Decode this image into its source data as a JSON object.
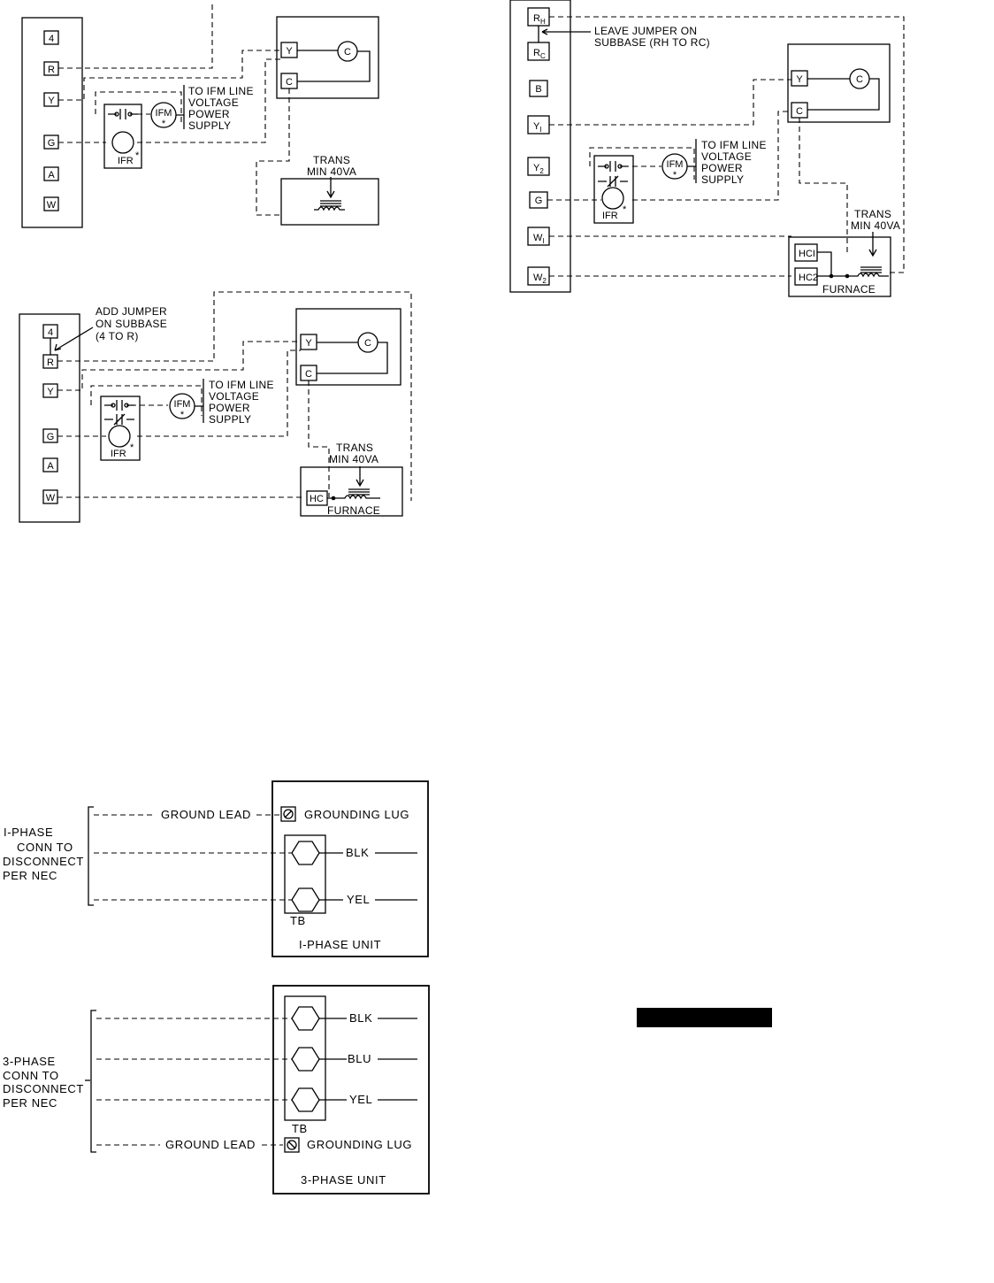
{
  "diagram1": {
    "terminals": [
      "4",
      "R",
      "Y",
      "G",
      "A",
      "W"
    ],
    "relay_y": "Y",
    "relay_c": "C",
    "compressor": "C",
    "ifm": "IFM",
    "ifr": "IFR",
    "asterisk": "*",
    "ifm_note": [
      "TO IFM LINE",
      "VOLTAGE",
      "POWER",
      "SUPPLY"
    ],
    "trans": [
      "TRANS",
      "MIN 40VA"
    ]
  },
  "diagram2": {
    "terminals": [
      "4",
      "R",
      "Y",
      "G",
      "A",
      "W"
    ],
    "jumper_note": [
      "ADD JUMPER",
      "ON SUBBASE",
      "(4 TO R)"
    ],
    "relay_y": "Y",
    "relay_c": "C",
    "compressor": "C",
    "ifm": "IFM",
    "ifr": "IFR",
    "asterisk": "*",
    "ifm_note": [
      "TO IFM LINE",
      "VOLTAGE",
      "POWER",
      "SUPPLY"
    ],
    "trans": [
      "TRANS",
      "MIN 40VA"
    ],
    "hc": "HC",
    "furnace": "FURNACE"
  },
  "diagram3": {
    "terminals": [
      {
        "main": "R",
        "sub": "H"
      },
      {
        "main": "R",
        "sub": "C"
      },
      {
        "main": "B",
        "sub": ""
      },
      {
        "main": "Y",
        "sub": "I"
      },
      {
        "main": "Y",
        "sub": "2"
      },
      {
        "main": "G",
        "sub": ""
      },
      {
        "main": "W",
        "sub": "I"
      },
      {
        "main": "W",
        "sub": "2"
      }
    ],
    "jumper_note": [
      "LEAVE JUMPER ON",
      "SUBBASE (RH TO RC)"
    ],
    "relay_y": "Y",
    "relay_c": "C",
    "compressor": "C",
    "ifm": "IFM",
    "ifr": "IFR",
    "asterisk": "*",
    "ifm_note": [
      "TO IFM LINE",
      "VOLTAGE",
      "POWER",
      "SUPPLY"
    ],
    "trans": [
      "TRANS",
      "MIN 40VA"
    ],
    "hc1": "HCI",
    "hc2": "HC2",
    "furnace": "FURNACE"
  },
  "single_phase": {
    "ground_lead": "GROUND LEAD",
    "grounding_lug": "GROUNDING LUG",
    "wires": [
      "BLK",
      "YEL"
    ],
    "tb": "TB",
    "unit_label": "I-PHASE UNIT",
    "conn_label": [
      "I-PHASE",
      "CONN TO",
      "DISCONNECT",
      "PER NEC"
    ]
  },
  "three_phase": {
    "ground_lead": "GROUND LEAD",
    "grounding_lug": "GROUNDING LUG",
    "wires": [
      "BLK",
      "BLU",
      "YEL"
    ],
    "tb": "TB",
    "unit_label": "3-PHASE UNIT",
    "conn_label": [
      "3-PHASE",
      "CONN TO",
      "DISCONNECT",
      "PER NEC"
    ]
  }
}
